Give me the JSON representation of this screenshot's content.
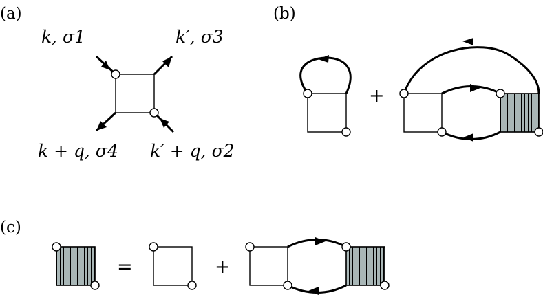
{
  "panels": {
    "a": {
      "label": "(a)"
    },
    "b": {
      "label": "(b)"
    },
    "c": {
      "label": "(c)"
    }
  },
  "vertex_labels": {
    "top_left": "k, σ1",
    "top_right": "k′, σ3",
    "bottom_left": "k + q, σ4",
    "bottom_right": "k′ + q, σ2"
  },
  "operators": {
    "plus": "+",
    "equals": "="
  },
  "colors": {
    "line": "#000000",
    "hatch_fill": "#a9b7b7",
    "vertex_fill": "#ffffff"
  }
}
